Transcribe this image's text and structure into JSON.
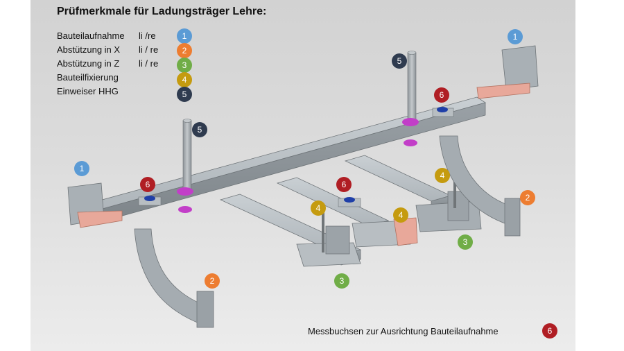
{
  "title": "Prüfmerkmale für Ladungsträger Lehre:",
  "legend": [
    {
      "label": "Bauteilaufnahme",
      "side": "li /re",
      "number": "1",
      "color": "#5b9bd5"
    },
    {
      "label": "Abstützung in X",
      "side": "li / re",
      "number": "2",
      "color": "#ed7d31"
    },
    {
      "label": "Abstützung in Z",
      "side": "li / re",
      "number": "3",
      "color": "#70ad47"
    },
    {
      "label": "Bauteilfixierung",
      "side": "",
      "number": "4",
      "color": "#c59b0f"
    },
    {
      "label": "Einweiser HHG",
      "side": "",
      "number": "5",
      "color": "#2f3b4f"
    }
  ],
  "footnote": {
    "text": "Messbuchsen zur Ausrichtung Bauteilaufnahme",
    "number": "6",
    "color": "#b01e24"
  },
  "callouts": [
    {
      "number": "1",
      "color": "#5b9bd5"
    },
    {
      "number": "1",
      "color": "#5b9bd5"
    },
    {
      "number": "2",
      "color": "#ed7d31"
    },
    {
      "number": "2",
      "color": "#ed7d31"
    },
    {
      "number": "3",
      "color": "#70ad47"
    },
    {
      "number": "3",
      "color": "#70ad47"
    },
    {
      "number": "4",
      "color": "#c59b0f"
    },
    {
      "number": "4",
      "color": "#c59b0f"
    },
    {
      "number": "4",
      "color": "#c59b0f"
    },
    {
      "number": "5",
      "color": "#2f3b4f"
    },
    {
      "number": "5",
      "color": "#2f3b4f"
    },
    {
      "number": "6",
      "color": "#b01e24"
    },
    {
      "number": "6",
      "color": "#b01e24"
    },
    {
      "number": "6",
      "color": "#b01e24"
    }
  ]
}
